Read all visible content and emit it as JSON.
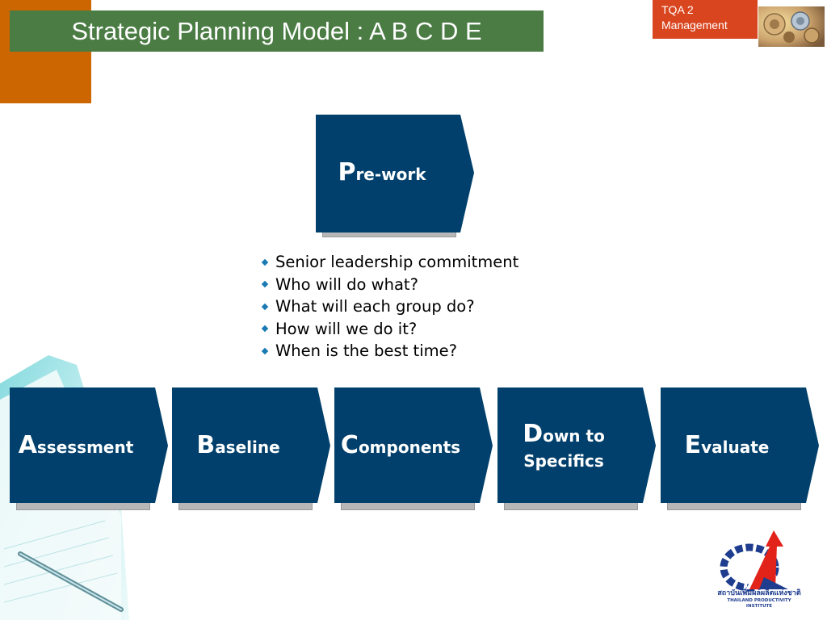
{
  "title": "Strategic Planning Model : A B C D E",
  "header_badge": {
    "line1": "TQA 2",
    "line2": "Management"
  },
  "prework": {
    "initial": "P",
    "rest": "re-work"
  },
  "bullets": [
    "Senior leadership commitment",
    "Who will do what?",
    "What will each group do?",
    "How will we do it?",
    "When is the best time?"
  ],
  "steps": [
    {
      "initial": "A",
      "rest": "ssessment",
      "line2": ""
    },
    {
      "initial": "B",
      "rest": "aseline",
      "line2": ""
    },
    {
      "initial": "C",
      "rest": "omponents",
      "line2": ""
    },
    {
      "initial": "D",
      "rest": "own to",
      "line2": "Specifics"
    },
    {
      "initial": "E",
      "rest": "valuate",
      "line2": ""
    }
  ],
  "logo": {
    "thai_text": "สถาบันเพิ่มผลผลิตแห่งชาติ",
    "english_text": "THAILAND PRODUCTIVITY INSTITUTE"
  },
  "colors": {
    "box_fill": "#01406c",
    "title_bar": "#4a7c44",
    "orange_block": "#cc6600",
    "badge": "#d9451f",
    "bullet": "#1a7ab4",
    "logo_red": "#e2231a",
    "logo_blue": "#1e3d8f"
  }
}
